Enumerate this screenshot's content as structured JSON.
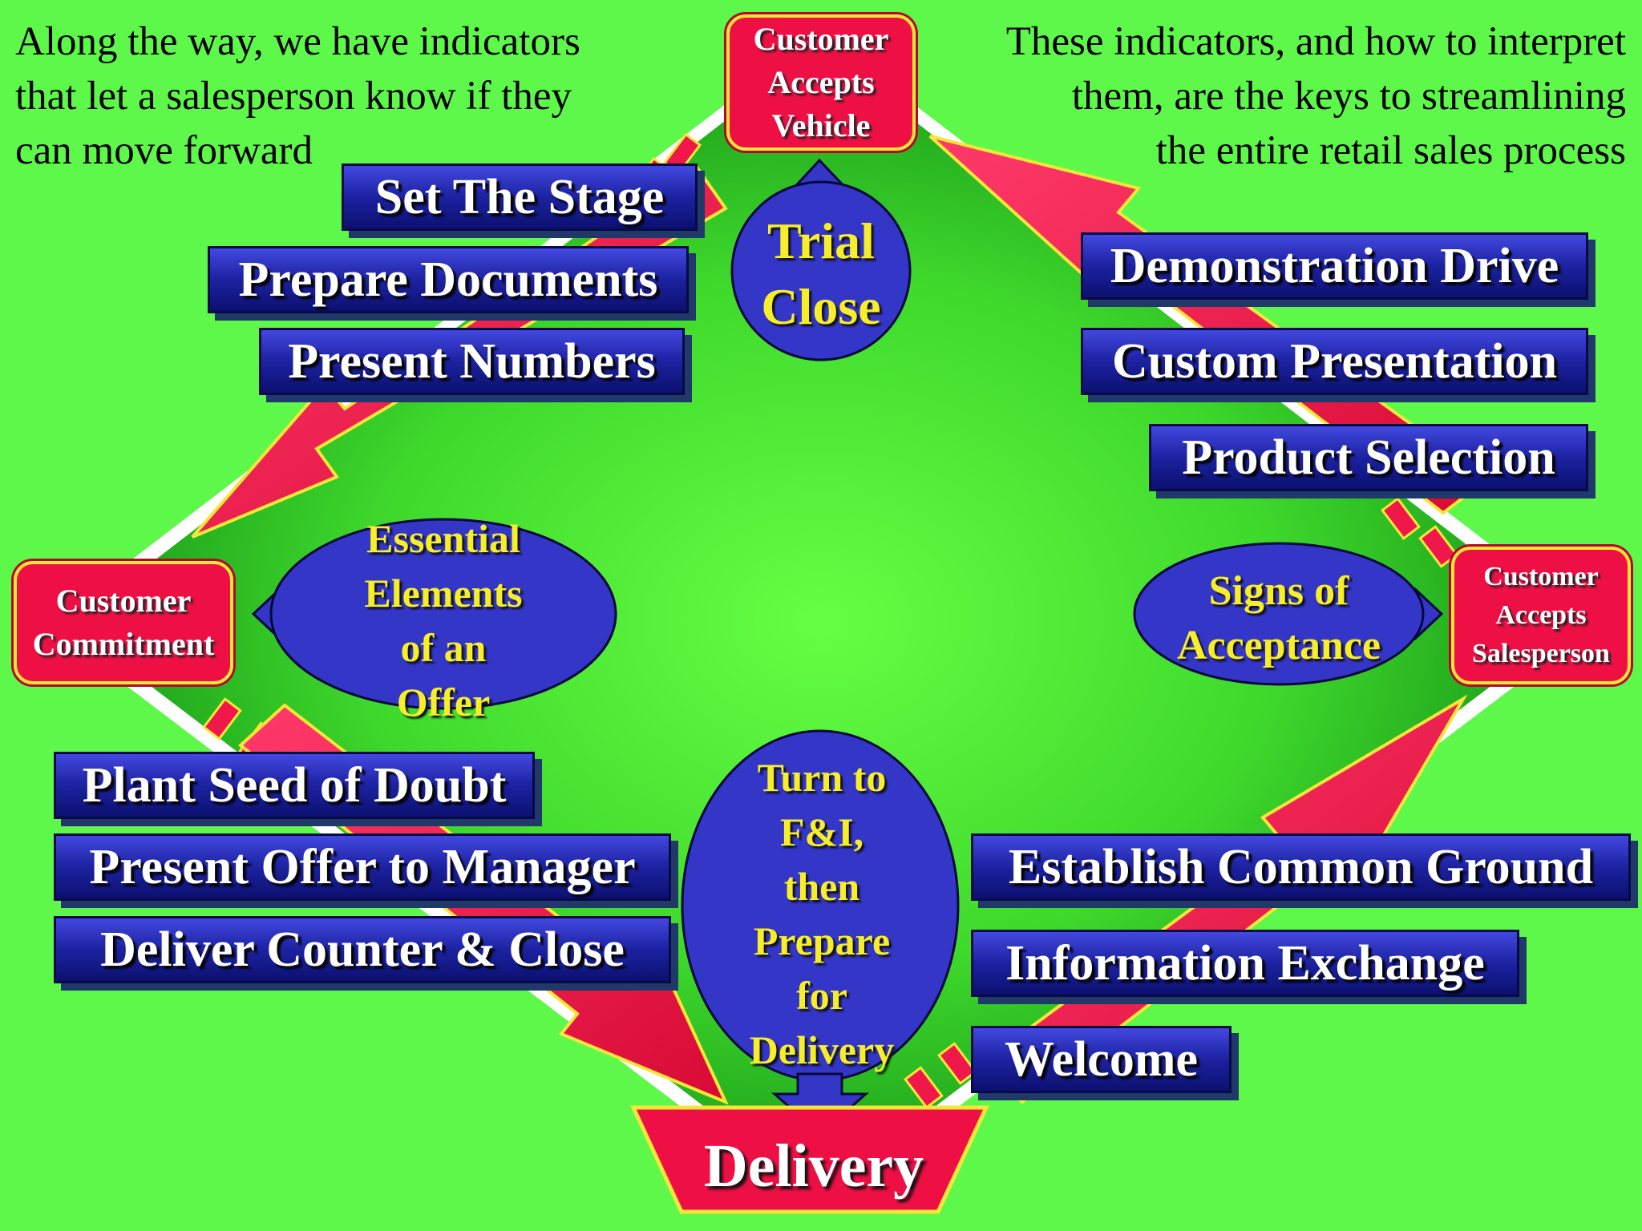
{
  "intro_left": [
    "Along the way, we have indicators",
    "that let a salesperson know if they",
    "can move forward"
  ],
  "intro_right": [
    "These indicators, and how to interpret",
    "them, are the keys to streamlining",
    "the entire retail sales process"
  ],
  "nodes": {
    "accepts_vehicle": [
      "Customer",
      "Accepts",
      "Vehicle"
    ],
    "commitment": [
      "Customer",
      "Commitment"
    ],
    "accepts_salesperson": [
      "Customer",
      "Accepts",
      "Salesperson"
    ],
    "delivery": "Delivery"
  },
  "bubbles": {
    "trial_close": [
      "Trial",
      "Close"
    ],
    "essential_elements": [
      "Essential",
      "Elements",
      "of an",
      "Offer"
    ],
    "signs_of_acceptance": [
      "Signs of",
      "Acceptance"
    ],
    "turn_to_fi": [
      "Turn to",
      "F&I,",
      "then",
      "Prepare",
      "for",
      "Delivery"
    ]
  },
  "steps": {
    "top_left": [
      "Set The Stage",
      "Prepare Documents",
      "Present Numbers"
    ],
    "top_right": [
      "Demonstration Drive",
      "Custom Presentation",
      "Product Selection"
    ],
    "bottom_left": [
      "Plant Seed of Doubt",
      "Present Offer to Manager",
      "Deliver Counter & Close"
    ],
    "bottom_right": [
      "Establish Common Ground",
      "Information Exchange",
      "Welcome"
    ]
  },
  "colors": {
    "background": "#5df84a",
    "field": "#17a81a",
    "arrow": "#f0184a",
    "node": "#ee1044",
    "step_box": "#1c22a0",
    "bubble": "#3436c8",
    "bubble_text": "#f6ee2a"
  }
}
